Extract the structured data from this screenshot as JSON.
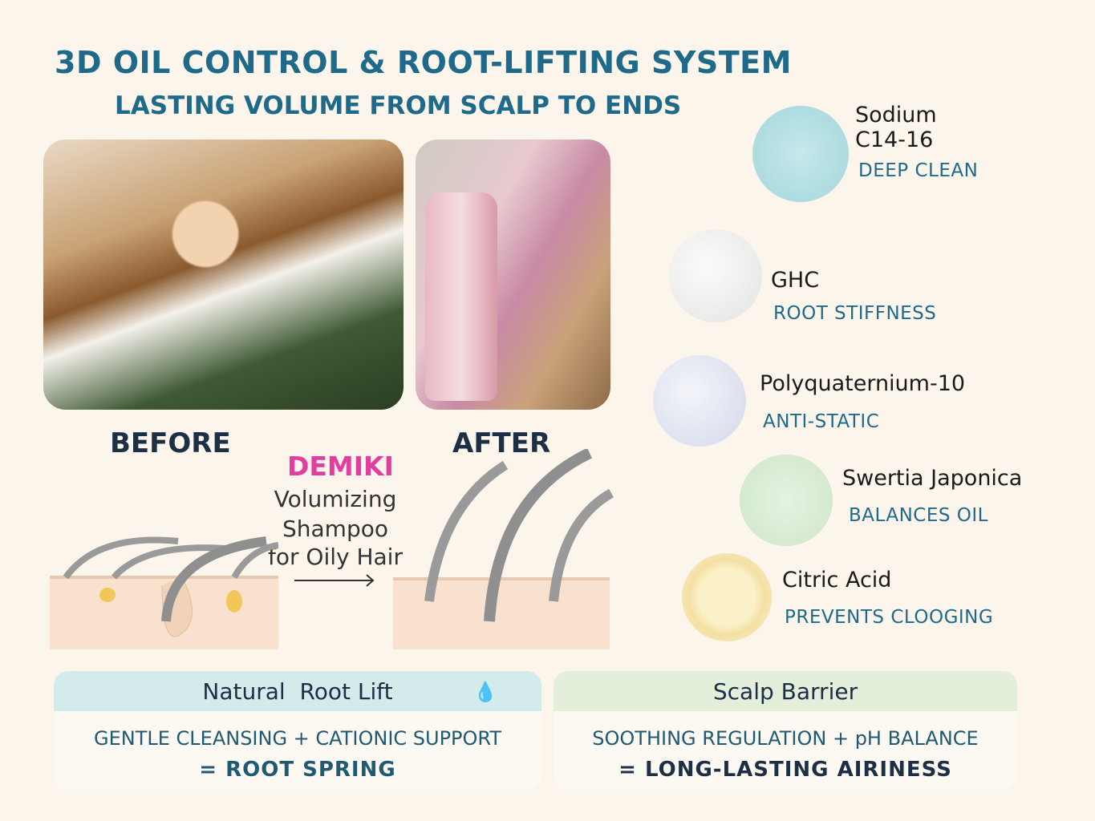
{
  "header": {
    "title": "3D OIL CONTROL & ROOT-LIFTING SYSTEM",
    "subtitle": "LASTING VOLUME FROM SCALP TO ENDS"
  },
  "comparison": {
    "before_label": "BEFORE",
    "after_label": "AFTER",
    "brand": "DEMIKI",
    "product_lines": [
      "Volumizing",
      "Shampoo",
      "for Oily Hair"
    ],
    "arrow_icon": "arrow-right-icon"
  },
  "ingredients": [
    {
      "name_lines": [
        "Sodium",
        "C14-16"
      ],
      "benefit": "DEEP CLEAN",
      "color": "#a9dbe0"
    },
    {
      "name_lines": [
        "GHC"
      ],
      "benefit": "ROOT STIFFNESS",
      "color": "#ececea"
    },
    {
      "name_lines": [
        "Polyquaternium-10"
      ],
      "benefit": "ANTI-STATIC",
      "color": "#dfe3f0"
    },
    {
      "name_lines": [
        "Swertia Japonica"
      ],
      "benefit": "BALANCES OIL",
      "color": "#d9edd6"
    },
    {
      "name_lines": [
        "Citric Acid"
      ],
      "benefit": "PREVENTS CLOOGING",
      "color": "#f7e7b4"
    }
  ],
  "cards": [
    {
      "title": "Natural  Root Lift",
      "line1": "GENTLE CLEANSING + CATIONIC SUPPORT",
      "line2": "= ROOT SPRING",
      "head_color": "#d3ebeb"
    },
    {
      "title": "Scalp Barrier",
      "line1": "SOOTHING REGULATION + pH BALANCE",
      "line2": "= LONG-LASTING AIRINESS",
      "head_color": "#e3eedb"
    }
  ]
}
